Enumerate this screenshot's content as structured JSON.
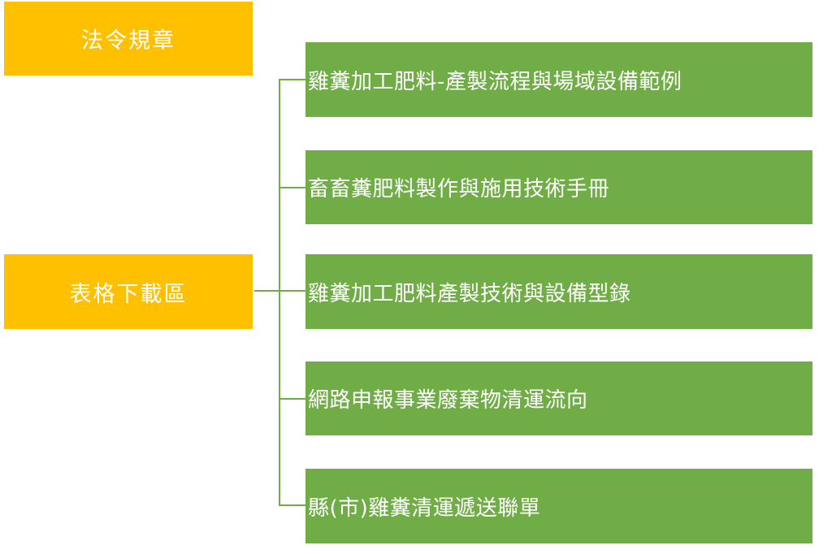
{
  "colors": {
    "category_box": "#ffc000",
    "item_box": "#70ad47",
    "connector": "#70ad47",
    "text": "#ffffff"
  },
  "categories": [
    {
      "label": "法令規章"
    },
    {
      "label": "表格下載區"
    }
  ],
  "items": [
    {
      "label": "雞糞加工肥料-產製流程與場域設備範例"
    },
    {
      "label": "畜畜糞肥料製作與施用技術手冊"
    },
    {
      "label": "雞糞加工肥料產製技術與設備型錄"
    },
    {
      "label": "網路申報事業廢棄物清運流向"
    },
    {
      "label": "縣(市)雞糞清運遞送聯單"
    }
  ]
}
